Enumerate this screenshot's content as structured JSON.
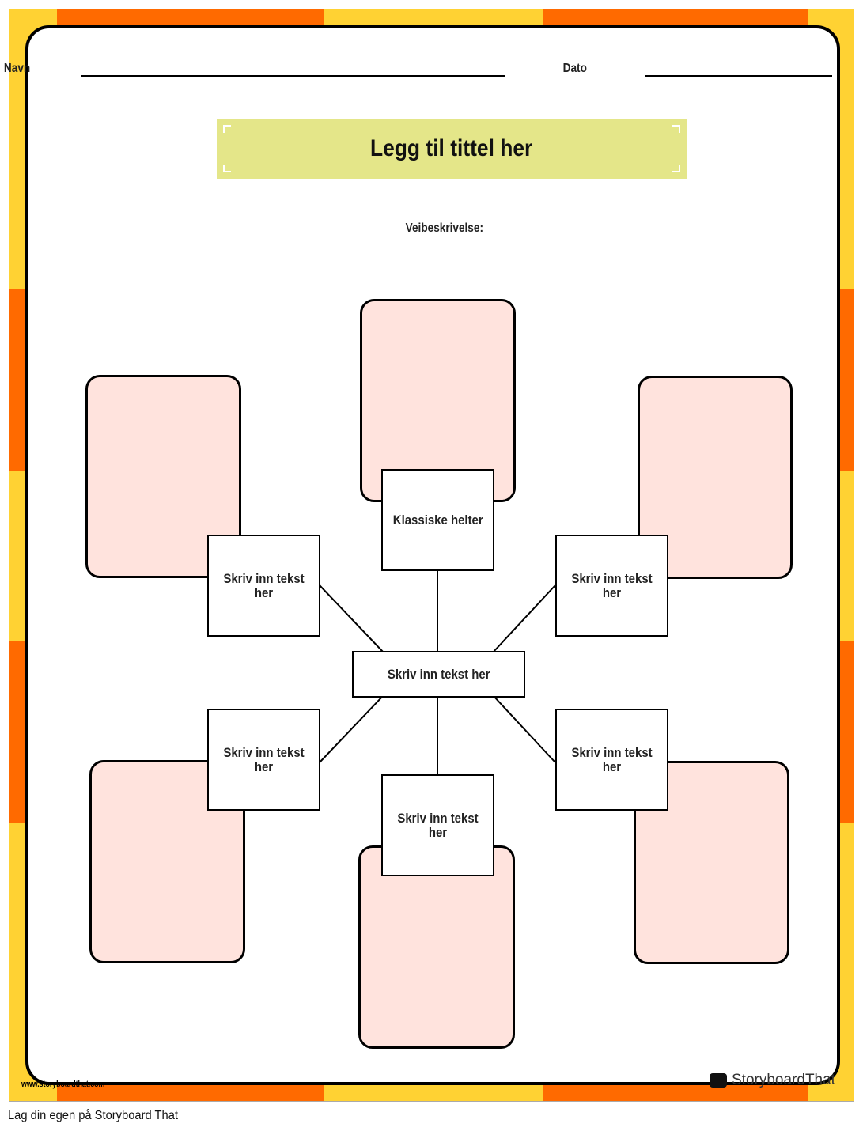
{
  "header": {
    "name_label": "Navn",
    "date_label": "Dato"
  },
  "title": "Legg til tittel her",
  "description_label": "Veibeskrivelse:",
  "center": "Skriv inn tekst her",
  "nodes": {
    "top": "Klassiske helter",
    "upper_left": "Skriv inn tekst her",
    "upper_right": "Skriv inn tekst her",
    "lower_left": "Skriv inn tekst her",
    "lower_right": "Skriv inn tekst her",
    "bottom": "Skriv inn tekst her"
  },
  "footer": {
    "url": "www.storyboardthat.com",
    "logo": "StoryboardThat",
    "caption": "Lag din egen på Storyboard That"
  },
  "colors": {
    "yellow": "#FFD233",
    "orange": "#FF6A00",
    "pink": "#FFE3DD",
    "title_bg": "#E4E689"
  }
}
